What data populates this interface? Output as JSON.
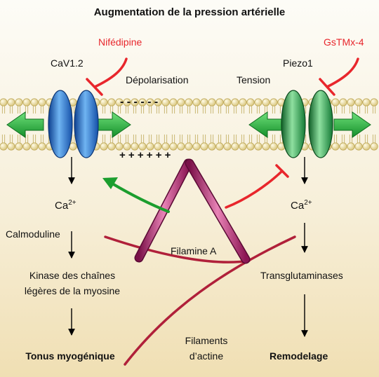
{
  "title": "Augmentation de la pression artérielle",
  "inhibitors": {
    "left": "Nifédipine",
    "right": "GsTMx-4"
  },
  "channels": {
    "left": "CaV1.2",
    "right": "Piezo1"
  },
  "stimuli": {
    "depolarization": "Dépolarisation",
    "tension": "Tension"
  },
  "membrane_charges": {
    "top": "- - - - - -",
    "bottom": "+ + + + + +"
  },
  "ion": {
    "base": "Ca",
    "charge": "2+"
  },
  "left_pathway": {
    "step1": "Calmoduline",
    "step2_line1": "Kinase des chaînes",
    "step2_line2": "légères de la myosine",
    "outcome": "Tonus myogénique"
  },
  "right_pathway": {
    "step1": "Transglutaminases",
    "outcome": "Remodelage"
  },
  "cytoskeleton": {
    "filamin": "Filamine A",
    "actin_line1": "Filaments",
    "actin_line2": "d’actine"
  },
  "colors": {
    "inhibition": "#e8262c",
    "activation": "#1c9e2e",
    "cav_channel": "#2f7fd8",
    "piezo_channel": "#2f9e4a",
    "filamin": "#c0307a",
    "actin": "#b0203a",
    "lipid_head": "#efe2ad"
  }
}
